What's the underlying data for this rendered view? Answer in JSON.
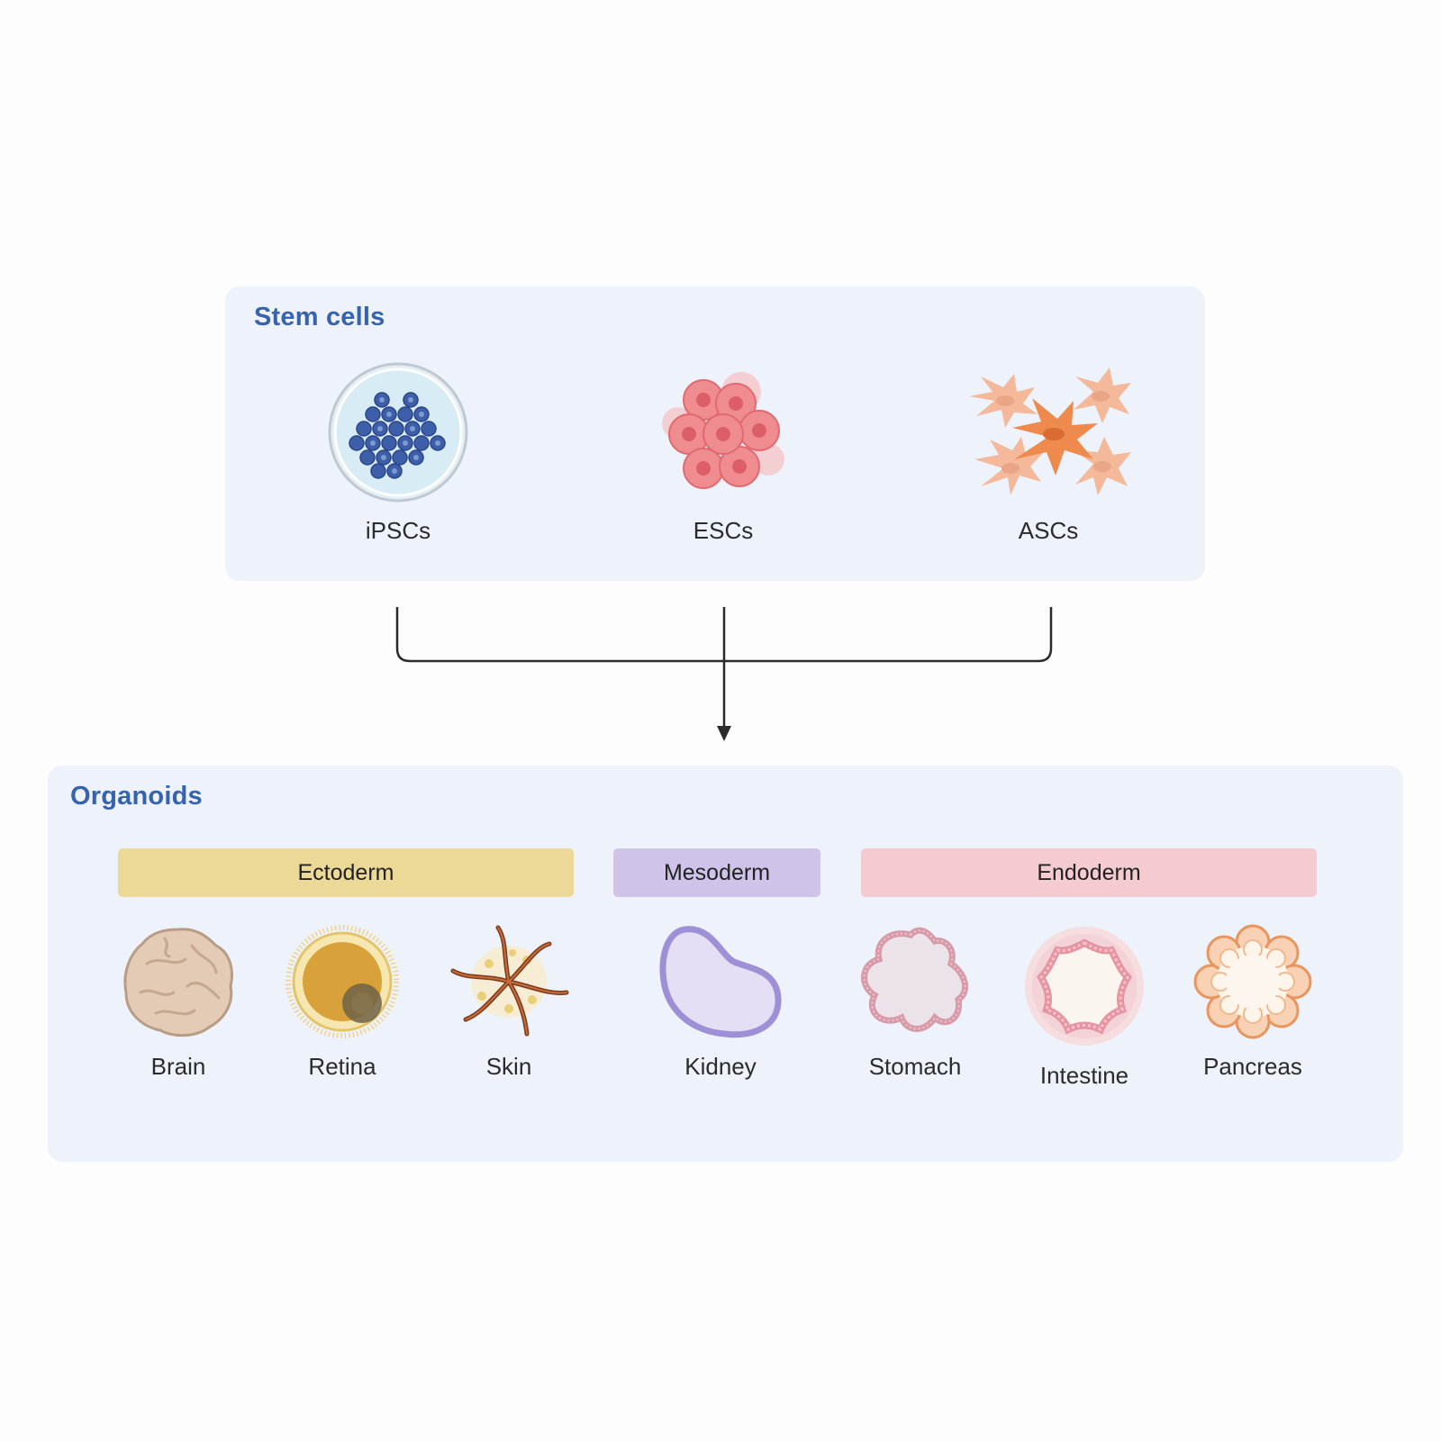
{
  "stem_cells": {
    "title": "Stem cells",
    "items": [
      {
        "label": "iPSCs",
        "icon": "petri-dish-colony-icon"
      },
      {
        "label": "ESCs",
        "icon": "embryonic-cell-cluster-icon"
      },
      {
        "label": "ASCs",
        "icon": "adult-stem-cells-icon"
      }
    ]
  },
  "organoids": {
    "title": "Organoids",
    "germ_layers": [
      {
        "label": "Ectoderm",
        "color": "#ecd997"
      },
      {
        "label": "Mesoderm",
        "color": "#d0c3ea"
      },
      {
        "label": "Endoderm",
        "color": "#f4cbd1"
      }
    ],
    "items": [
      {
        "label": "Brain",
        "icon": "brain-organoid-icon"
      },
      {
        "label": "Retina",
        "icon": "retina-organoid-icon"
      },
      {
        "label": "Skin",
        "icon": "skin-organoid-icon"
      },
      {
        "label": "Kidney",
        "icon": "kidney-organoid-icon"
      },
      {
        "label": "Stomach",
        "icon": "stomach-organoid-icon"
      },
      {
        "label": "Intestine",
        "icon": "intestine-organoid-icon"
      },
      {
        "label": "Pancreas",
        "icon": "pancreas-organoid-icon"
      }
    ]
  },
  "colors": {
    "title_blue": "#3563ad",
    "panel_bg": "#eef3fb",
    "connector": "#2b2b2b"
  }
}
